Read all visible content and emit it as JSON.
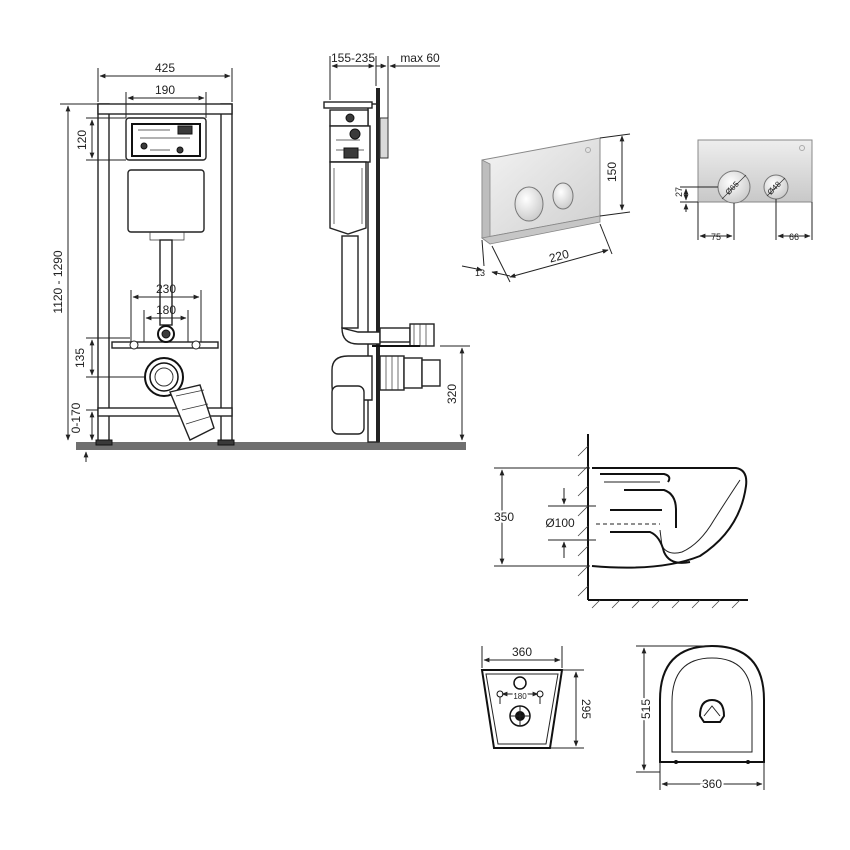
{
  "front_view": {
    "width_total": "425",
    "width_top": "190",
    "height_top": "120",
    "height_total": "1120 - 1290",
    "spacing_outer": "230",
    "spacing_inner": "180",
    "outlet_height": "135",
    "foot_height": "0-170"
  },
  "side_view": {
    "depth": "155-235",
    "panel_offset": "max 60",
    "outlet_height": "320"
  },
  "flush_plate": {
    "height": "150",
    "width": "220",
    "thickness": "13"
  },
  "flush_plate_front": {
    "offset_top": "27",
    "button_large": "Ø65",
    "button_small": "Ø48",
    "spacing_left": "75",
    "spacing_right": "66"
  },
  "bowl_side": {
    "height": "350",
    "pipe_diameter": "Ø100"
  },
  "bowl_back": {
    "width": "360",
    "height": "295",
    "hole_spacing": "180"
  },
  "bowl_top": {
    "length": "515",
    "width": "360"
  },
  "colors": {
    "line": "#222222",
    "plate": "#e3e3e3"
  }
}
